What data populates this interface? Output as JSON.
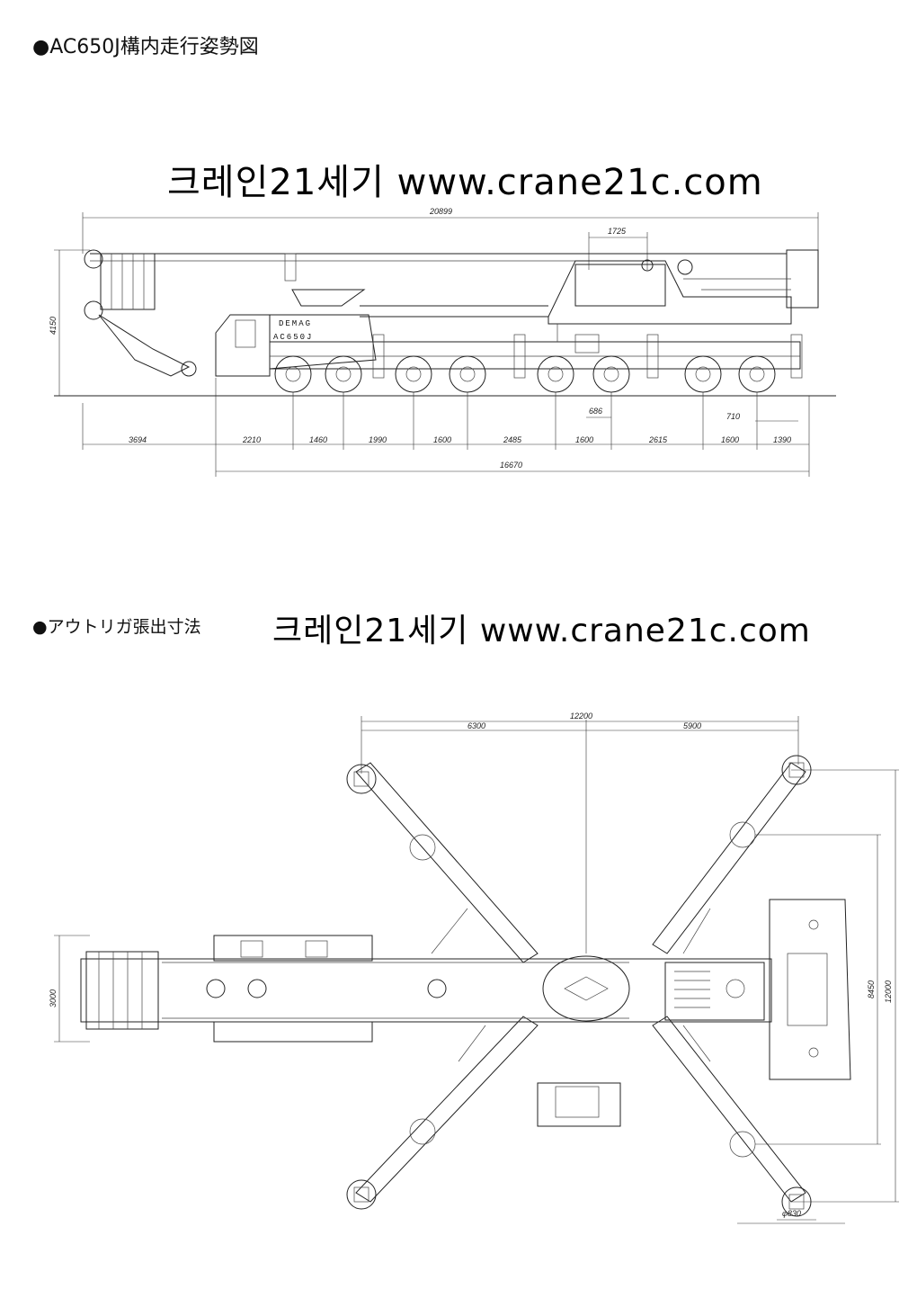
{
  "headings": {
    "side_view": "●AC650J構内走行姿勢図",
    "outrigger": "●アウトリガ張出寸法"
  },
  "watermark": "크레인21세기  www.crane21c.com",
  "watermark2": "크레인21세기  www.crane21c.com",
  "crane_labels": {
    "brand": "DEMAG",
    "model": "AC650J"
  },
  "side_dims": {
    "overall_length": "20899",
    "top_offset": "1725",
    "height": "4150",
    "offset_a": "686",
    "offset_b": "710",
    "front_overhang": "3694",
    "spacings": [
      "2210",
      "1460",
      "1990",
      "1600",
      "2485",
      "1600",
      "2615",
      "1600",
      "1390"
    ],
    "carrier_length": "16670"
  },
  "top_dims": {
    "total_span": "12200",
    "left_span": "6300",
    "right_span": "5900",
    "width": "3000",
    "inner_width": "8450",
    "outer_width": "12000",
    "pad_diameter": "φ830"
  }
}
